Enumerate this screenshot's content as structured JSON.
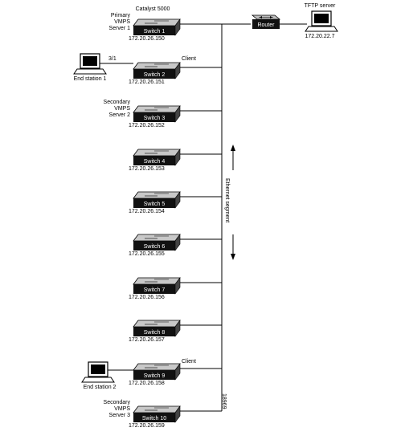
{
  "diagram": {
    "top_label": "Catalyst 5000",
    "tftp_label": "TFTP server",
    "tftp_ip": "172.20.22.7",
    "router_label": "Router",
    "segment_label": "Ethernet segment",
    "figure_id": "18969",
    "port_label": "3/1",
    "end_station_1": "End station 1",
    "end_station_2": "End station 2",
    "client_label_top": "Client",
    "client_label_bottom": "Client",
    "switches": [
      {
        "name": "Switch 1",
        "ip": "172.20.26.150",
        "role": [
          "Primary",
          "VMPS",
          "Server 1"
        ]
      },
      {
        "name": "Switch 2",
        "ip": "172.20.26.151",
        "role": []
      },
      {
        "name": "Switch 3",
        "ip": "172.20.26.152",
        "role": [
          "Secondary",
          "VMPS",
          "Server 2"
        ]
      },
      {
        "name": "Switch 4",
        "ip": "172.20.26.153",
        "role": []
      },
      {
        "name": "Switch 5",
        "ip": "172.20.26.154",
        "role": []
      },
      {
        "name": "Switch 6",
        "ip": "172.20.26.155",
        "role": []
      },
      {
        "name": "Switch 7",
        "ip": "172.20.26.156",
        "role": []
      },
      {
        "name": "Switch 8",
        "ip": "172.20.26.157",
        "role": []
      },
      {
        "name": "Switch 9",
        "ip": "172.20.26.158",
        "role": []
      },
      {
        "name": "Switch 10",
        "ip": "172.20.26.159",
        "role": [
          "Secondary",
          "VMPS",
          "Server 3"
        ]
      }
    ]
  }
}
